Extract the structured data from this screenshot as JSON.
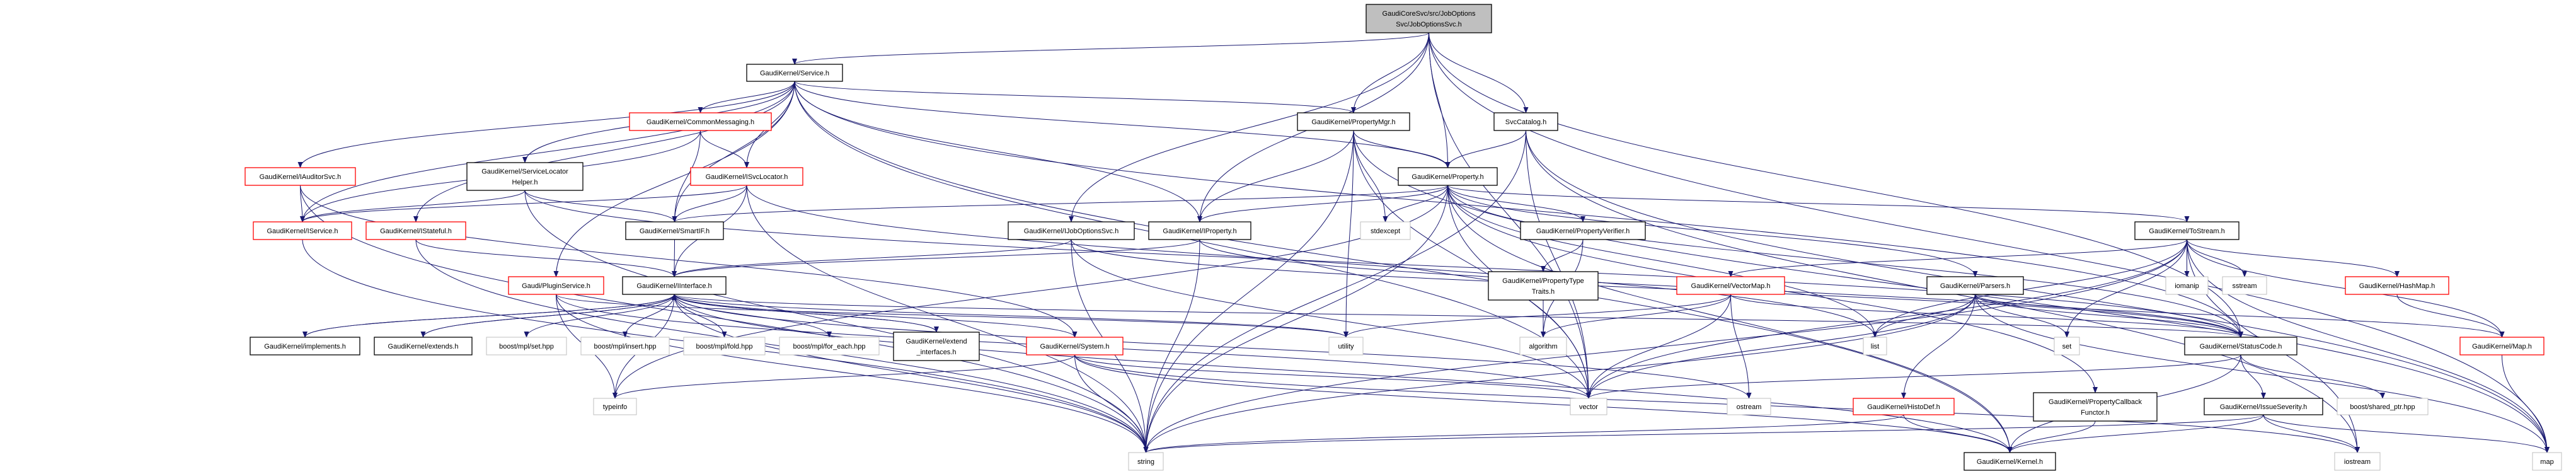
{
  "colors": {
    "edge": "#191970",
    "root_fill": "#bfbfbf",
    "documented_border": "#000000",
    "undocumented_border": "#ff0000",
    "external_border": "#bfbfbf"
  },
  "nodes": [
    {
      "id": "root",
      "lines": [
        "GaudiCoreSvc/src/JobOptions",
        "Svc/JobOptionsSvc.h"
      ],
      "kind": "root"
    },
    {
      "id": "service",
      "lines": [
        "GaudiKernel/Service.h"
      ],
      "kind": "doc"
    },
    {
      "id": "commonmsg",
      "lines": [
        "GaudiKernel/CommonMessaging.h"
      ],
      "kind": "red"
    },
    {
      "id": "propmgr",
      "lines": [
        "GaudiKernel/PropertyMgr.h"
      ],
      "kind": "doc"
    },
    {
      "id": "svccatalog",
      "lines": [
        "SvcCatalog.h"
      ],
      "kind": "doc"
    },
    {
      "id": "iauditor",
      "lines": [
        "GaudiKernel/IAuditorSvc.h"
      ],
      "kind": "red"
    },
    {
      "id": "slhelper",
      "lines": [
        "GaudiKernel/ServiceLocator",
        "Helper.h"
      ],
      "kind": "doc"
    },
    {
      "id": "isvcloc",
      "lines": [
        "GaudiKernel/ISvcLocator.h"
      ],
      "kind": "red"
    },
    {
      "id": "property",
      "lines": [
        "GaudiKernel/Property.h"
      ],
      "kind": "doc"
    },
    {
      "id": "iservice",
      "lines": [
        "GaudiKernel/IService.h"
      ],
      "kind": "red"
    },
    {
      "id": "istateful",
      "lines": [
        "GaudiKernel/IStateful.h"
      ],
      "kind": "red"
    },
    {
      "id": "smartif",
      "lines": [
        "GaudiKernel/SmartIF.h"
      ],
      "kind": "doc"
    },
    {
      "id": "ijobopt",
      "lines": [
        "GaudiKernel/IJobOptionsSvc.h"
      ],
      "kind": "doc"
    },
    {
      "id": "iproperty",
      "lines": [
        "GaudiKernel/IProperty.h"
      ],
      "kind": "doc"
    },
    {
      "id": "stdexcept",
      "lines": [
        "stdexcept"
      ],
      "kind": "ext"
    },
    {
      "id": "propverifier",
      "lines": [
        "GaudiKernel/PropertyVerifier.h"
      ],
      "kind": "doc"
    },
    {
      "id": "tostream",
      "lines": [
        "GaudiKernel/ToStream.h"
      ],
      "kind": "doc"
    },
    {
      "id": "plugin",
      "lines": [
        "Gaudi/PluginService.h"
      ],
      "kind": "red"
    },
    {
      "id": "iinterface",
      "lines": [
        "GaudiKernel/IInterface.h"
      ],
      "kind": "doc"
    },
    {
      "id": "proptypetraits",
      "lines": [
        "GaudiKernel/PropertyType",
        "Traits.h"
      ],
      "kind": "doc"
    },
    {
      "id": "vectormap",
      "lines": [
        "GaudiKernel/VectorMap.h"
      ],
      "kind": "red"
    },
    {
      "id": "parsers",
      "lines": [
        "GaudiKernel/Parsers.h"
      ],
      "kind": "doc"
    },
    {
      "id": "iomanip",
      "lines": [
        "iomanip"
      ],
      "kind": "ext"
    },
    {
      "id": "sstream",
      "lines": [
        "sstream"
      ],
      "kind": "ext"
    },
    {
      "id": "hashmap",
      "lines": [
        "GaudiKernel/HashMap.h"
      ],
      "kind": "red"
    },
    {
      "id": "implements",
      "lines": [
        "GaudiKernel/implements.h"
      ],
      "kind": "doc"
    },
    {
      "id": "extends",
      "lines": [
        "GaudiKernel/extends.h"
      ],
      "kind": "doc"
    },
    {
      "id": "mplset",
      "lines": [
        "boost/mpl/set.hpp"
      ],
      "kind": "ext"
    },
    {
      "id": "mplinsert",
      "lines": [
        "boost/mpl/insert.hpp"
      ],
      "kind": "ext"
    },
    {
      "id": "mplfold",
      "lines": [
        "boost/mpl/fold.hpp"
      ],
      "kind": "ext"
    },
    {
      "id": "mplforeach",
      "lines": [
        "boost/mpl/for_each.hpp"
      ],
      "kind": "ext"
    },
    {
      "id": "extendif",
      "lines": [
        "GaudiKernel/extend",
        "_interfaces.h"
      ],
      "kind": "doc"
    },
    {
      "id": "system",
      "lines": [
        "GaudiKernel/System.h"
      ],
      "kind": "red"
    },
    {
      "id": "utility",
      "lines": [
        "utility"
      ],
      "kind": "ext"
    },
    {
      "id": "algorithm",
      "lines": [
        "algorithm"
      ],
      "kind": "ext"
    },
    {
      "id": "list",
      "lines": [
        "list"
      ],
      "kind": "ext"
    },
    {
      "id": "set",
      "lines": [
        "set"
      ],
      "kind": "ext"
    },
    {
      "id": "statuscode",
      "lines": [
        "GaudiKernel/StatusCode.h"
      ],
      "kind": "doc"
    },
    {
      "id": "maph",
      "lines": [
        "GaudiKernel/Map.h"
      ],
      "kind": "red"
    },
    {
      "id": "typeinfo",
      "lines": [
        "typeinfo"
      ],
      "kind": "ext"
    },
    {
      "id": "vector",
      "lines": [
        "vector"
      ],
      "kind": "ext"
    },
    {
      "id": "ostream",
      "lines": [
        "ostream"
      ],
      "kind": "ext"
    },
    {
      "id": "histodef",
      "lines": [
        "GaudiKernel/HistoDef.h"
      ],
      "kind": "red"
    },
    {
      "id": "propcallback",
      "lines": [
        "GaudiKernel/PropertyCallback",
        "Functor.h"
      ],
      "kind": "doc"
    },
    {
      "id": "issuesev",
      "lines": [
        "GaudiKernel/IssueSeverity.h"
      ],
      "kind": "doc"
    },
    {
      "id": "sharedptr",
      "lines": [
        "boost/shared_ptr.hpp"
      ],
      "kind": "ext"
    },
    {
      "id": "string",
      "lines": [
        "string"
      ],
      "kind": "ext"
    },
    {
      "id": "kernel",
      "lines": [
        "GaudiKernel/Kernel.h"
      ],
      "kind": "doc"
    },
    {
      "id": "iostream",
      "lines": [
        "iostream"
      ],
      "kind": "ext"
    },
    {
      "id": "map",
      "lines": [
        "map"
      ],
      "kind": "ext"
    }
  ],
  "edges": [
    [
      "root",
      "service"
    ],
    [
      "root",
      "ijobopt"
    ],
    [
      "root",
      "propmgr"
    ],
    [
      "root",
      "property"
    ],
    [
      "root",
      "svccatalog"
    ],
    [
      "root",
      "iproperty"
    ],
    [
      "root",
      "statuscode"
    ],
    [
      "root",
      "map"
    ],
    [
      "root",
      "vector"
    ],
    [
      "service",
      "iauditor"
    ],
    [
      "service",
      "iservice"
    ],
    [
      "service",
      "istateful"
    ],
    [
      "service",
      "slhelper"
    ],
    [
      "service",
      "plugin"
    ],
    [
      "service",
      "commonmsg"
    ],
    [
      "service",
      "isvcloc"
    ],
    [
      "service",
      "smartif"
    ],
    [
      "service",
      "iproperty"
    ],
    [
      "service",
      "property"
    ],
    [
      "service",
      "propmgr"
    ],
    [
      "service",
      "statuscode"
    ],
    [
      "service",
      "vector"
    ],
    [
      "service",
      "kernel"
    ],
    [
      "commonmsg",
      "isvcloc"
    ],
    [
      "commonmsg",
      "smartif"
    ],
    [
      "commonmsg",
      "iservice"
    ],
    [
      "isvcloc",
      "smartif"
    ],
    [
      "isvcloc",
      "iinterface"
    ],
    [
      "isvcloc",
      "iservice"
    ],
    [
      "isvcloc",
      "list"
    ],
    [
      "isvcloc",
      "string"
    ],
    [
      "slhelper",
      "iservice"
    ],
    [
      "slhelper",
      "smartif"
    ],
    [
      "slhelper",
      "string"
    ],
    [
      "slhelper",
      "statuscode"
    ],
    [
      "iauditor",
      "iservice"
    ],
    [
      "iauditor",
      "string"
    ],
    [
      "iauditor",
      "system"
    ],
    [
      "iservice",
      "string"
    ],
    [
      "istateful",
      "iinterface"
    ],
    [
      "istateful",
      "string"
    ],
    [
      "smartif",
      "iinterface"
    ],
    [
      "iinterface",
      "implements"
    ],
    [
      "iinterface",
      "extends"
    ],
    [
      "iinterface",
      "mplset"
    ],
    [
      "iinterface",
      "mplinsert"
    ],
    [
      "iinterface",
      "mplfold"
    ],
    [
      "iinterface",
      "mplforeach"
    ],
    [
      "iinterface",
      "extendif"
    ],
    [
      "iinterface",
      "system"
    ],
    [
      "iinterface",
      "typeinfo"
    ],
    [
      "iinterface",
      "string"
    ],
    [
      "iinterface",
      "statuscode"
    ],
    [
      "iinterface",
      "utility"
    ],
    [
      "iinterface",
      "ostream"
    ],
    [
      "iinterface",
      "kernel"
    ],
    [
      "implements",
      "iinterface"
    ],
    [
      "extends",
      "iinterface"
    ],
    [
      "extendif",
      "iinterface"
    ],
    [
      "plugin",
      "typeinfo"
    ],
    [
      "plugin",
      "string"
    ],
    [
      "plugin",
      "vector"
    ],
    [
      "plugin",
      "utility"
    ],
    [
      "system",
      "typeinfo"
    ],
    [
      "system",
      "string"
    ],
    [
      "system",
      "vector"
    ],
    [
      "system",
      "kernel"
    ],
    [
      "system",
      "iostream"
    ],
    [
      "ijobopt",
      "iinterface"
    ],
    [
      "ijobopt",
      "string"
    ],
    [
      "ijobopt",
      "vector"
    ],
    [
      "ijobopt",
      "statuscode"
    ],
    [
      "iproperty",
      "iinterface"
    ],
    [
      "iproperty",
      "string"
    ],
    [
      "iproperty",
      "statuscode"
    ],
    [
      "propmgr",
      "property"
    ],
    [
      "propmgr",
      "iproperty"
    ],
    [
      "propmgr",
      "stdexcept"
    ],
    [
      "propmgr",
      "utility"
    ],
    [
      "propmgr",
      "vector"
    ],
    [
      "propmgr",
      "map"
    ],
    [
      "propmgr",
      "string"
    ],
    [
      "svccatalog",
      "property"
    ],
    [
      "svccatalog",
      "string"
    ],
    [
      "svccatalog",
      "vector"
    ],
    [
      "svccatalog",
      "map"
    ],
    [
      "svccatalog",
      "iostream"
    ],
    [
      "property",
      "stdexcept"
    ],
    [
      "property",
      "propverifier"
    ],
    [
      "property",
      "tostream"
    ],
    [
      "property",
      "parsers"
    ],
    [
      "property",
      "smartif"
    ],
    [
      "property",
      "statuscode"
    ],
    [
      "property",
      "string"
    ],
    [
      "property",
      "vector"
    ],
    [
      "property",
      "typeinfo"
    ],
    [
      "property",
      "propcallback"
    ],
    [
      "property",
      "kernel"
    ],
    [
      "property",
      "iproperty"
    ],
    [
      "property",
      "list"
    ],
    [
      "propverifier",
      "proptypetraits"
    ],
    [
      "propverifier",
      "algorithm"
    ],
    [
      "proptypetraits",
      "algorithm"
    ],
    [
      "vectormap",
      "utility"
    ],
    [
      "vectormap",
      "algorithm"
    ],
    [
      "vectormap",
      "vector"
    ],
    [
      "vectormap",
      "ostream"
    ],
    [
      "vectormap",
      "statuscode"
    ],
    [
      "tostream",
      "vectormap"
    ],
    [
      "tostream",
      "iomanip"
    ],
    [
      "tostream",
      "sstream"
    ],
    [
      "tostream",
      "hashmap"
    ],
    [
      "tostream",
      "maph"
    ],
    [
      "tostream",
      "set"
    ],
    [
      "tostream",
      "list"
    ],
    [
      "tostream",
      "string"
    ],
    [
      "tostream",
      "map"
    ],
    [
      "tostream",
      "iostream"
    ],
    [
      "tostream",
      "vector"
    ],
    [
      "parsers",
      "list"
    ],
    [
      "parsers",
      "vector"
    ],
    [
      "parsers",
      "set"
    ],
    [
      "parsers",
      "statuscode"
    ],
    [
      "parsers",
      "maph"
    ],
    [
      "parsers",
      "map"
    ],
    [
      "parsers",
      "histodef"
    ],
    [
      "parsers",
      "string"
    ],
    [
      "histodef",
      "string"
    ],
    [
      "histodef",
      "kernel"
    ],
    [
      "propcallback",
      "kernel"
    ],
    [
      "statuscode",
      "issuesev"
    ],
    [
      "statuscode",
      "sharedptr"
    ],
    [
      "statuscode",
      "kernel"
    ],
    [
      "statuscode",
      "vector"
    ],
    [
      "issuesev",
      "kernel"
    ],
    [
      "issuesev",
      "iostream"
    ],
    [
      "issuesev",
      "map"
    ],
    [
      "issuesev",
      "string"
    ],
    [
      "hashmap",
      "maph"
    ],
    [
      "maph",
      "map"
    ]
  ]
}
